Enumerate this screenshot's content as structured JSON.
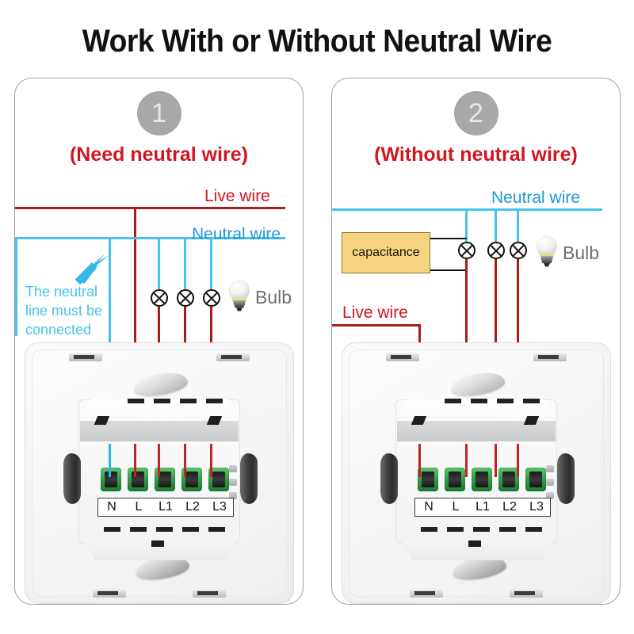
{
  "header": {
    "title": "Work With or Without Neutral Wire"
  },
  "panels": [
    {
      "badge": "1",
      "subtitle": "(Need neutral wire)",
      "labels": {
        "live": "Live wire",
        "neutral": "Neutral wire",
        "bulb": "Bulb",
        "note": "The neutral line must be connected"
      },
      "note_lines": [
        "The neutral",
        "line must be",
        "connected"
      ],
      "terminals": [
        "N",
        "L",
        "L1",
        "L2",
        "L3"
      ],
      "terminal_wires": [
        "blue",
        "red",
        "red",
        "red",
        "red"
      ],
      "lamp_count": 3,
      "capacitance": null,
      "arrow_icon": "up-right-arrow-icon"
    },
    {
      "badge": "2",
      "subtitle": "(Without neutral wire)",
      "labels": {
        "live": "Live wire",
        "neutral": "Neutral wire",
        "bulb": "Bulb",
        "capacitance": "capacitance"
      },
      "terminals": [
        "N",
        "L",
        "L1",
        "L2",
        "L3"
      ],
      "terminal_wires": [
        "none",
        "red",
        "red",
        "red",
        "red"
      ],
      "lamp_count": 3,
      "capacitance": "capacitance"
    }
  ],
  "colors": {
    "live_wire": "#a81c1c",
    "live_label": "#d01721",
    "neutral_wire": "#46c3ea",
    "neutral_label": "#2098d6",
    "subtitle": "#d01721",
    "badge_bg": "#a8a8a8",
    "capacitance_fill": "#f6d480",
    "capacitance_border": "#8d7330",
    "terminal_green": "#2e9e45",
    "bulb_label": "#6e6e6e",
    "panel_border": "#a0a0a0"
  },
  "icons": {
    "lamp": "lamp-cross-circle-icon",
    "bulb": "light-bulb-icon",
    "arrow": "arrow-up-right-icon"
  }
}
